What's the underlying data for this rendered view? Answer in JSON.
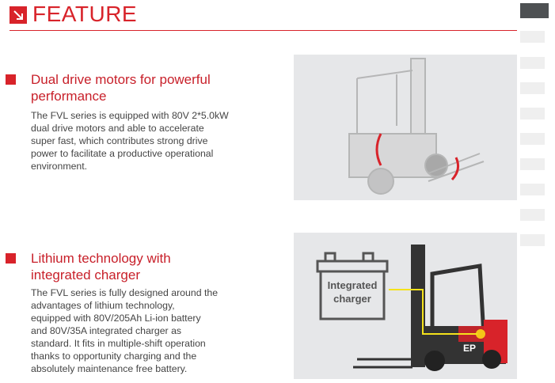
{
  "header": {
    "title": "FEATURE",
    "icon": "arrow-down-right-icon"
  },
  "features": [
    {
      "title_line1": "Dual drive motors for powerful",
      "title_line2": "performance",
      "body": [
        "The FVL series is equipped with 80V 2*5.0kW",
        "dual drive motors and able to accelerate",
        "super fast, which contributes strong drive",
        "power to facilitate a productive operational",
        "environment."
      ]
    },
    {
      "title_line1": "Lithium technology with",
      "title_line2": "integrated charger",
      "body": [
        "The FVL series is fully designed around the",
        "advantages of lithium technology,",
        "equipped with 80V/205Ah Li-ion battery",
        "and 80V/35A integrated charger as",
        "standard. It fits in multiple-shift operation",
        "thanks to opportunity charging and the",
        "absolutely maintenance free battery."
      ]
    }
  ],
  "image2": {
    "battery_label_line1": "Integrated",
    "battery_label_line2": "charger",
    "brand": "EP"
  },
  "colors": {
    "accent": "#d8232a",
    "charger_line": "#f5e21b"
  }
}
